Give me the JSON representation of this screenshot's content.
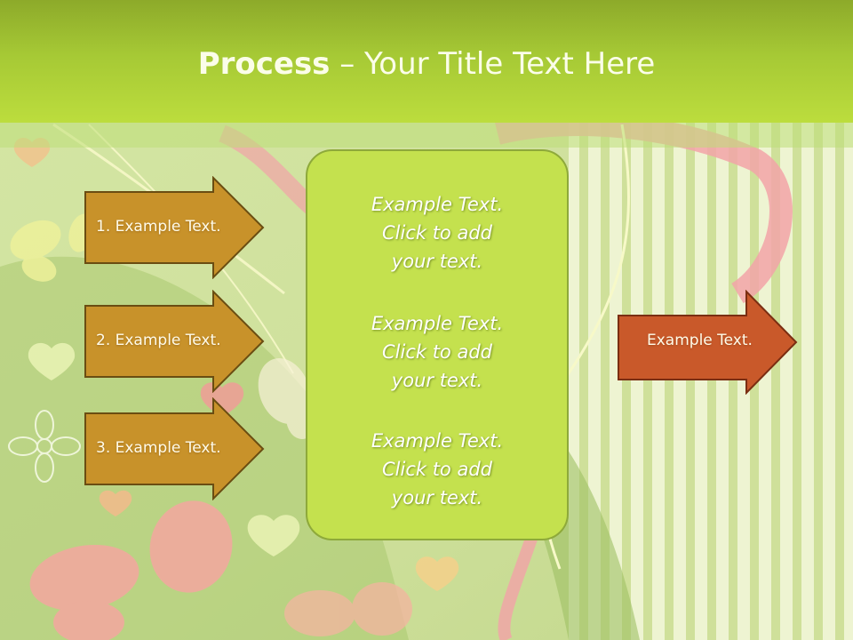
{
  "title": {
    "bold": "Process",
    "rest": " – Your Title Text Here"
  },
  "steps": [
    {
      "label": "1. Example Text."
    },
    {
      "label": "2. Example Text."
    },
    {
      "label": "3. Example Text."
    }
  ],
  "center_blocks": [
    {
      "line1": "Example Text.",
      "line2": "Click  to add",
      "line3": "your text."
    },
    {
      "line1": "Example Text.",
      "line2": "Click  to add",
      "line3": "your text."
    },
    {
      "line1": "Example Text.",
      "line2": "Click  to add",
      "line3": "your text."
    }
  ],
  "result": {
    "label": "Example Text."
  },
  "colors": {
    "title_bar": "#a6c935",
    "step_arrow_fill": "#c8922a",
    "step_arrow_stroke": "#6a4d12",
    "result_arrow_fill": "#c9592a",
    "result_arrow_stroke": "#7a2e12",
    "center_box": "#c4e14e"
  }
}
